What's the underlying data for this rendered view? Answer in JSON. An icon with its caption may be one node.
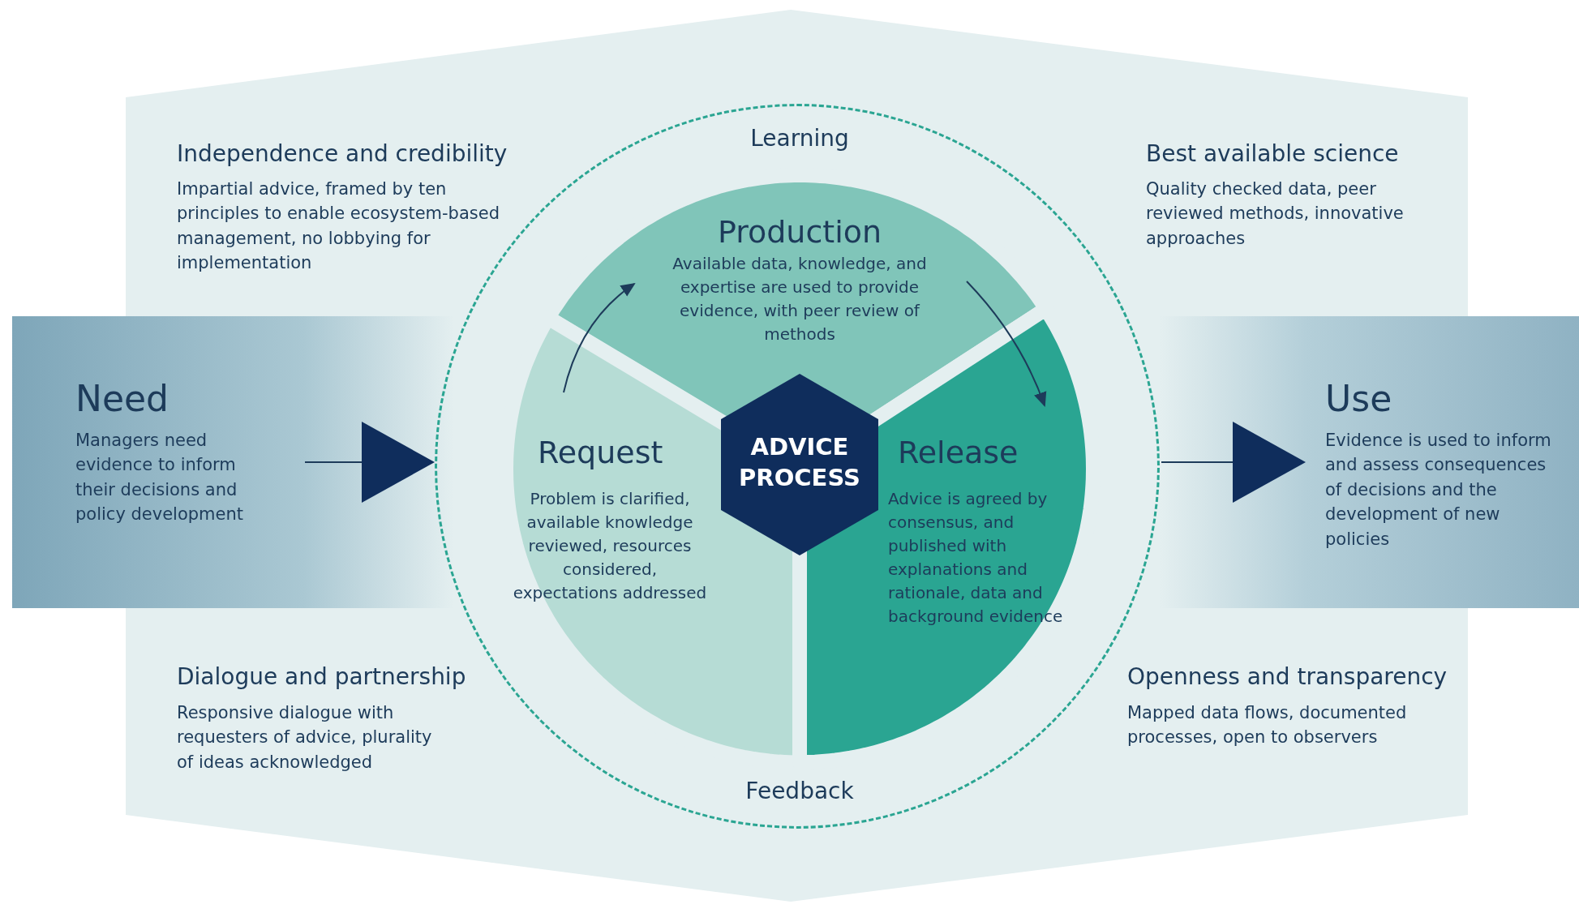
{
  "diagram": {
    "nodes": [
      {
        "text": [
          "Need",
          "Managers need evidence to inform their decisions and policy development"
        ]
      },
      {
        "text": [
          "Use",
          "Evidence is used to inform and assess consequences of decisions and the development of new policies"
        ]
      },
      {
        "text": [
          "Learning",
          "Feedback"
        ]
      },
      {
        "text": [
          "Production",
          "Available data, knowledge, and expertise are used to provide evidence, with peer review of methods"
        ],
        "in": 2
      },
      {
        "text": [
          "Request",
          "Problem is clarified, available knowledge reviewed, resources considered, expectations addressed"
        ],
        "in": 2
      },
      {
        "text": [
          "Release",
          "Advice is agreed by consensus, and published with explanations and rationale, data and background evidence"
        ],
        "in": 2
      },
      {
        "text": [
          "ADVICE PROCESS"
        ],
        "in": 2
      }
    ],
    "edges": [
      {
        "from": 0,
        "to": 2,
        "arrow": "to"
      },
      {
        "from": 2,
        "to": 1,
        "arrow": "to"
      },
      {
        "from": 4,
        "to": 3,
        "arrow": "to"
      },
      {
        "from": 3,
        "to": 5,
        "arrow": "to"
      }
    ],
    "labels": [
      "Independence and credibility",
      "Impartial advice, framed by ten principles to enable ecosystem-based management, no lobbying for implementation",
      "Best available science",
      "Quality checked data, peer reviewed methods, innovative approaches",
      "Dialogue and partnership",
      "Responsive dialogue with requesters of advice, plurality of ideas acknowledged",
      "Openness and transparency",
      "Mapped data flows, documented processes, open to observers"
    ]
  }
}
